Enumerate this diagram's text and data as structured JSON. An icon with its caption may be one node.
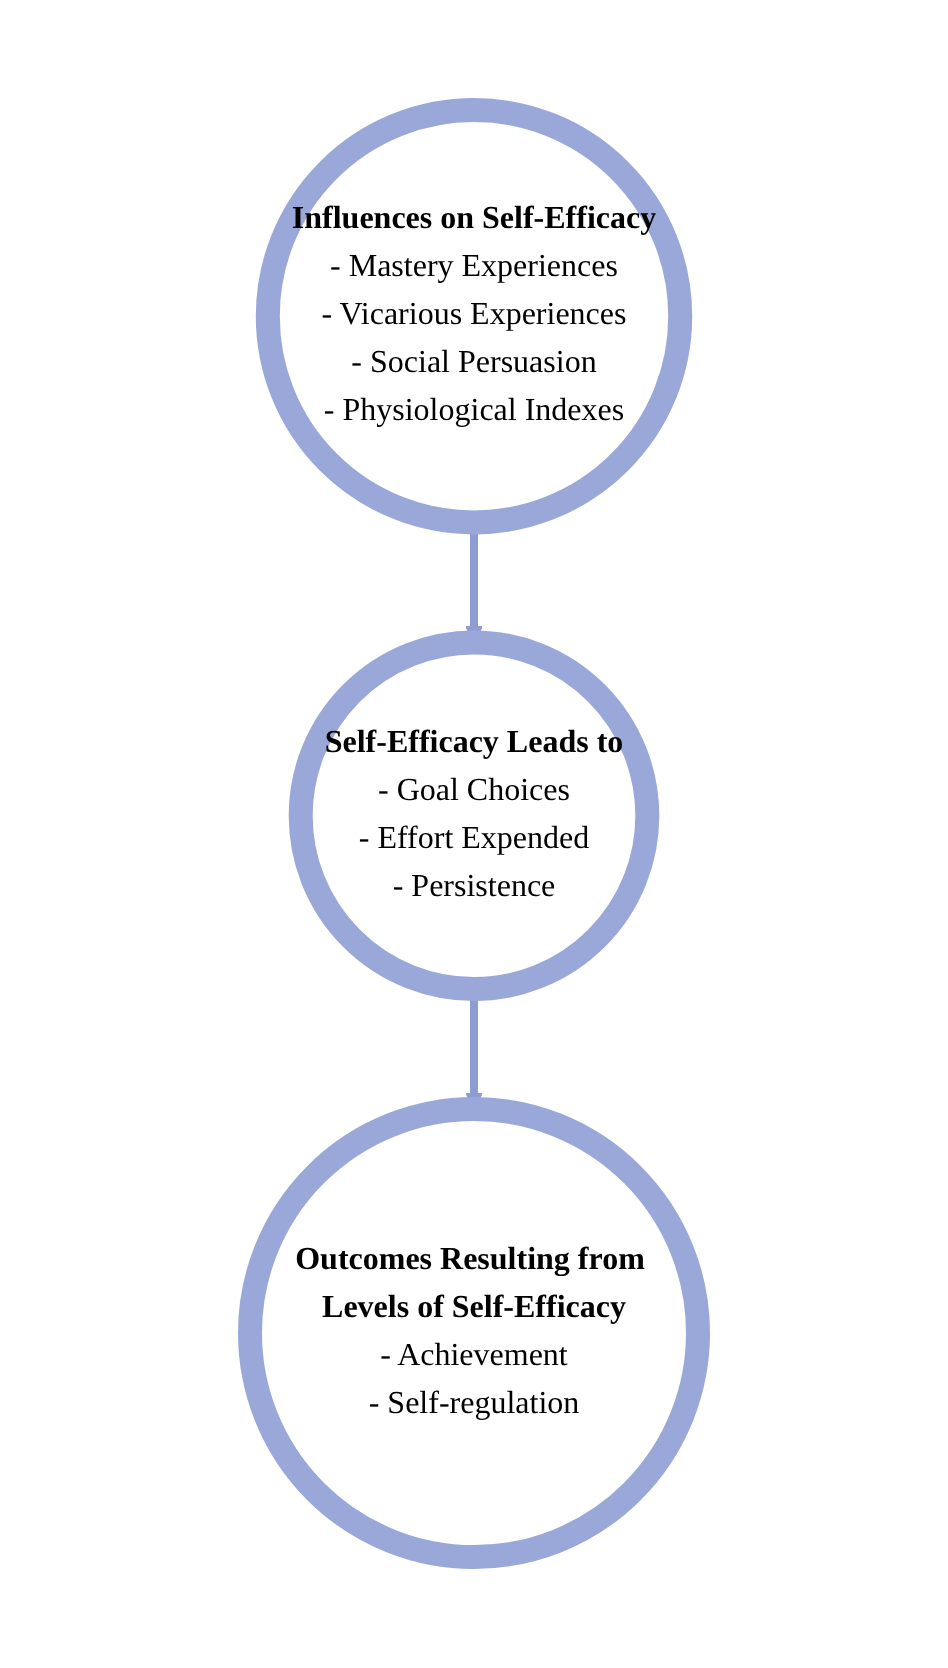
{
  "diagram": {
    "nodes": [
      {
        "text": [
          "Influences on Self-Efficacy",
          "- Mastery Experiences",
          "- Vicarious Experiences",
          "- Social Persuasion",
          "- Physiological Indexes"
        ]
      },
      {
        "text": [
          "Self-Efficacy Leads to",
          "- Goal Choices",
          "- Effort Expended",
          "- Persistence"
        ]
      },
      {
        "text": [
          "Outcomes Resulting from Levels of Self-Efficacy",
          "- Achievement",
          "- Self-regulation"
        ]
      }
    ],
    "edges": [
      {
        "from": 0,
        "to": 1,
        "arrow": "to"
      },
      {
        "from": 1,
        "to": 2,
        "arrow": "to"
      }
    ]
  }
}
